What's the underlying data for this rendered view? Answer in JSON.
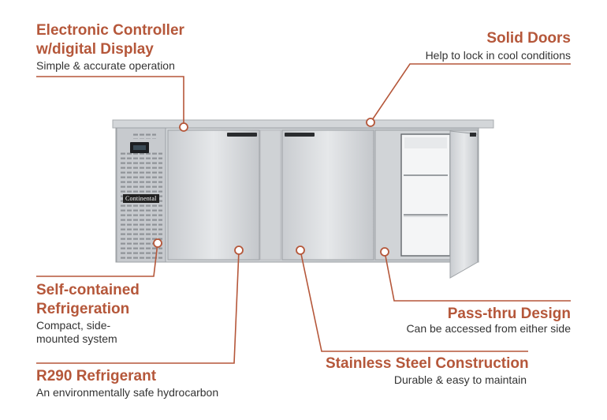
{
  "brand": {
    "logo_text": "Continental",
    "accent_color": "#b5573a"
  },
  "features": {
    "controller": {
      "title_line1": "Electronic Controller",
      "title_line2": "w/digital Display",
      "desc": "Simple & accurate operation"
    },
    "doors": {
      "title": "Solid Doors",
      "desc": "Help to lock in cool conditions"
    },
    "refrigeration": {
      "title_line1": "Self-contained",
      "title_line2": "Refrigeration",
      "desc_line1": "Compact, side-",
      "desc_line2": "mounted system"
    },
    "passthru": {
      "title": "Pass-thru Design",
      "desc": "Can be accessed from either side"
    },
    "refrigerant": {
      "title": "R290 Refrigerant",
      "desc": "An environmentally safe hydrocarbon"
    },
    "steel": {
      "title": "Stainless Steel Construction",
      "desc": "Durable & easy to maintain"
    }
  }
}
